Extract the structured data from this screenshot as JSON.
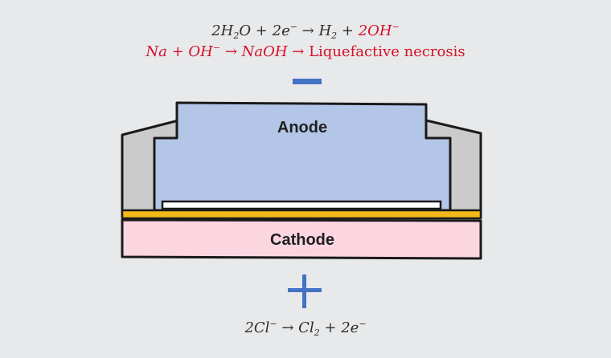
{
  "top_equations": {
    "line1": {
      "a": "2",
      "b": "H",
      "c": "2",
      "d": "O + 2e",
      "e": "−",
      "f": " → H",
      "g": "2",
      "h": " + ",
      "i": "2OH",
      "j": "−"
    },
    "line2": {
      "a": "Na + OH",
      "b": "−",
      "c": " → NaOH",
      "d": " → ",
      "e": "Liquefactive necrosis"
    }
  },
  "anode_label": "Anode",
  "cathode_label": "Cathode",
  "anode_sign": "−",
  "cathode_sign": "+",
  "bottom_equation": {
    "a": "2Cl",
    "b": "−",
    "c": " → ",
    "d": "Cl",
    "e": "2",
    "f": " + 2e",
    "g": "−"
  },
  "colors": {
    "background": "#e8e9ea",
    "anode_fill": "#b4c6e7",
    "cathode_fill": "#fbd5df",
    "side_wall_fill": "#cbcbcb",
    "separator_fill": "#f3b81a",
    "sign_color": "#4472c4",
    "accent_red": "#d5102a"
  }
}
